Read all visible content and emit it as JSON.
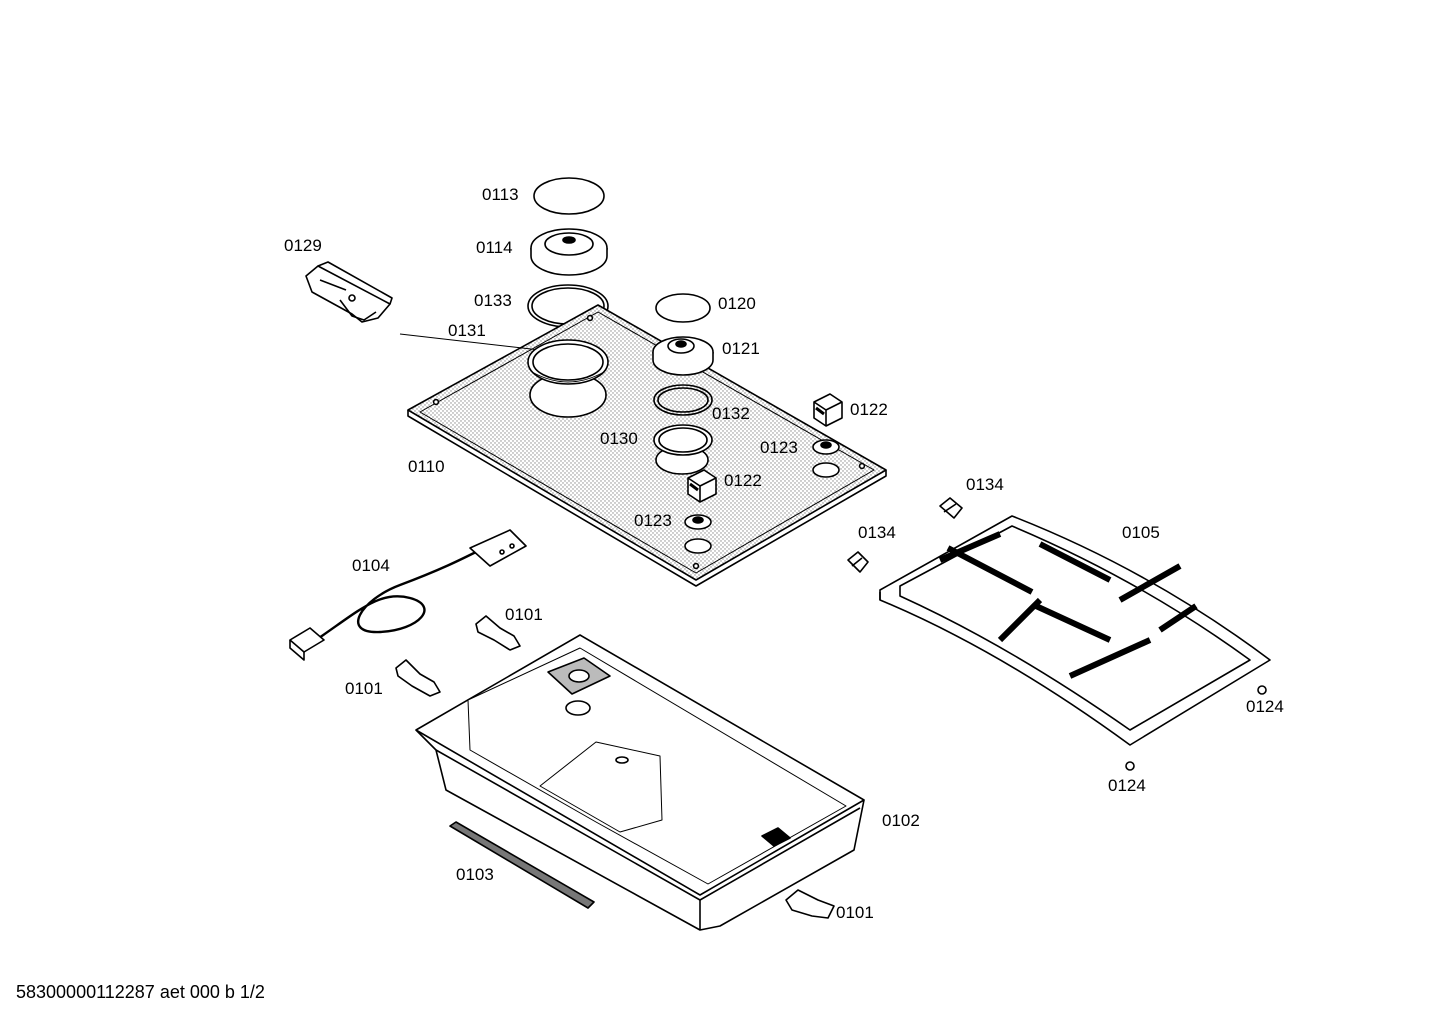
{
  "labels": {
    "p0113": "0113",
    "p0114": "0114",
    "p0129": "0129",
    "p0133": "0133",
    "p0131": "0131",
    "p0120": "0120",
    "p0121": "0121",
    "p0132": "0132",
    "p0122a": "0122",
    "p0130": "0130",
    "p0123a": "0123",
    "p0110": "0110",
    "p0122b": "0122",
    "p0123b": "0123",
    "p0134a": "0134",
    "p0134b": "0134",
    "p0105": "0105",
    "p0104": "0104",
    "p0101a": "0101",
    "p0101b": "0101",
    "p0124a": "0124",
    "p0124b": "0124",
    "p0102": "0102",
    "p0103": "0103",
    "p0101c": "0101"
  },
  "footer": {
    "code": "58300000112287 aet 000 b 1/2"
  },
  "colors": {
    "line": "#000000",
    "fill": "#ffffff",
    "hatch": "#d9d9d9"
  }
}
